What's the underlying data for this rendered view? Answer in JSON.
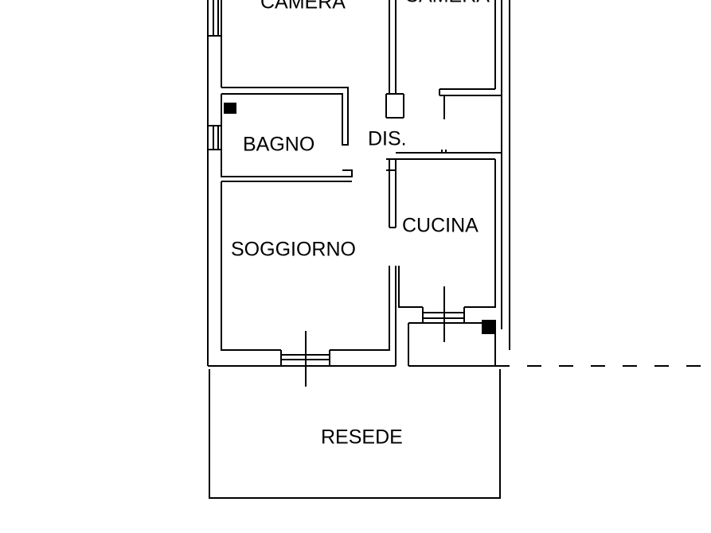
{
  "floorplan": {
    "rooms": {
      "camera_left": "CAMERA",
      "camera_right": "CAMERA",
      "bagno": "BAGNO",
      "dis": "DIS.",
      "cucina": "CUCINA",
      "soggiorno": "SOGGIORNO",
      "resede": "RESEDE"
    },
    "line_color": "#000000",
    "background": "#ffffff"
  }
}
